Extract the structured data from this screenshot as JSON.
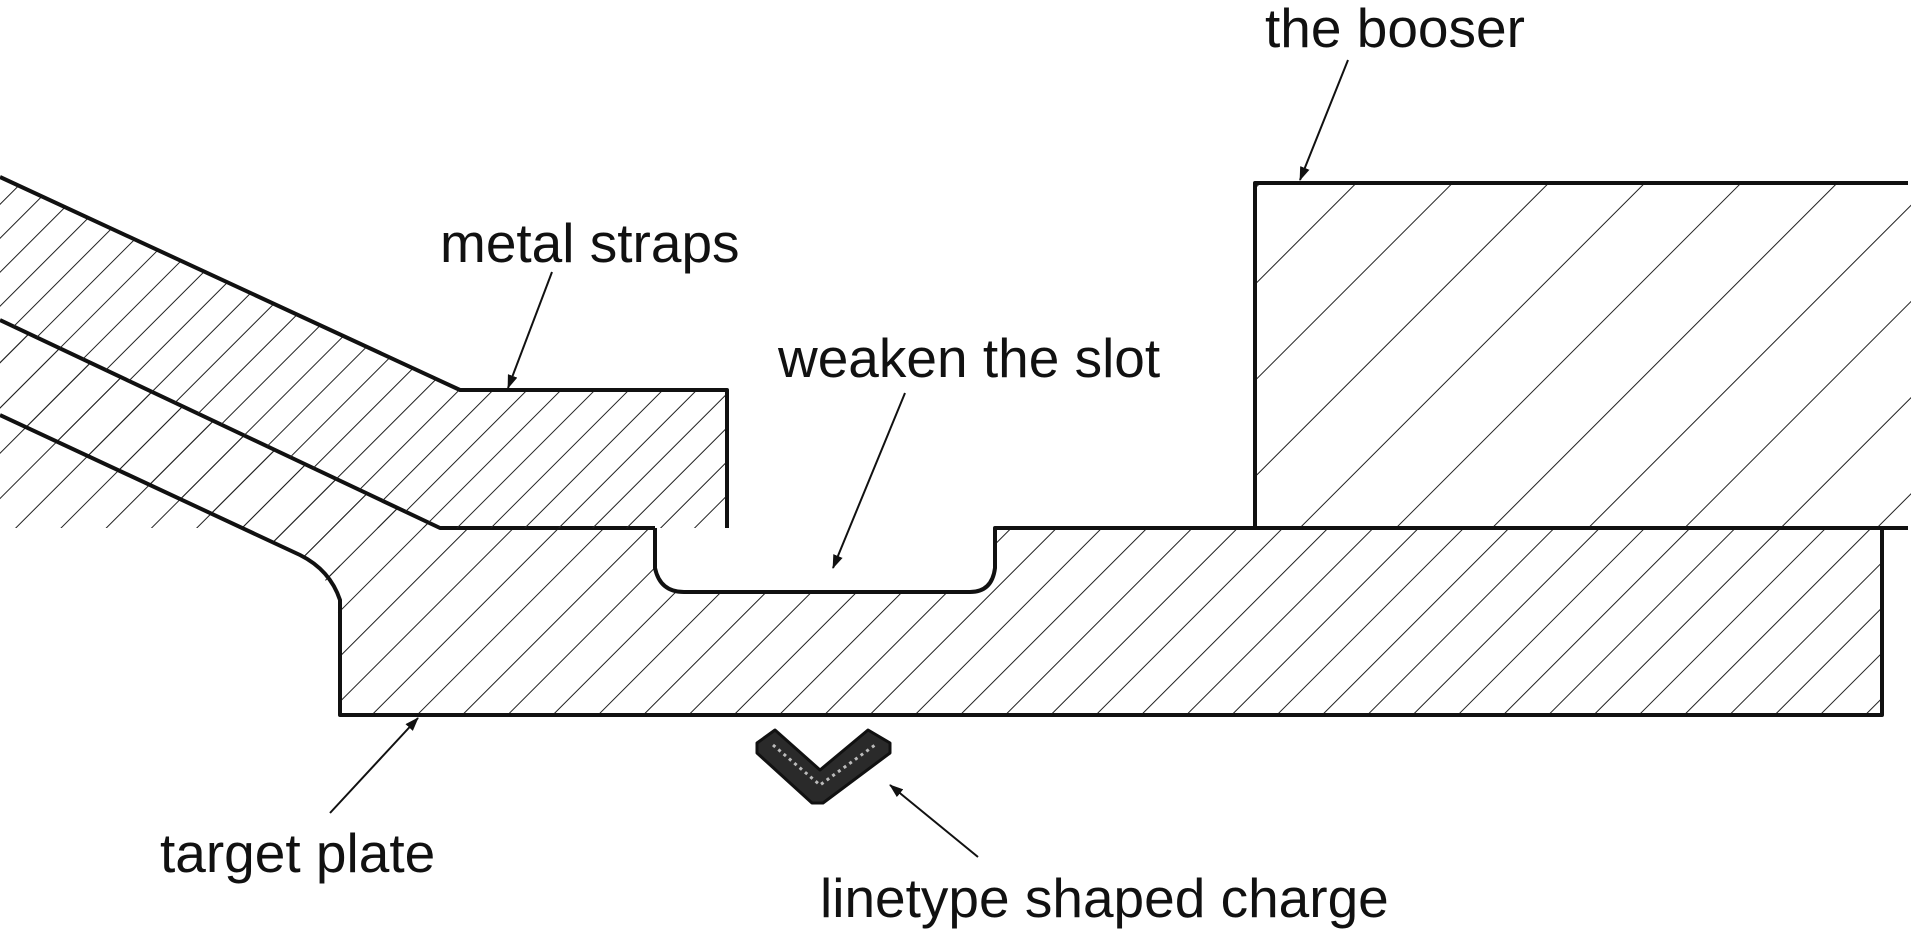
{
  "labels": {
    "booster": "the booser",
    "metal_straps": "metal straps",
    "slot": "weaken the slot",
    "target_plate": "target plate",
    "charge": "linetype shaped charge"
  },
  "colors": {
    "line": "#111111",
    "background": "#ffffff"
  }
}
